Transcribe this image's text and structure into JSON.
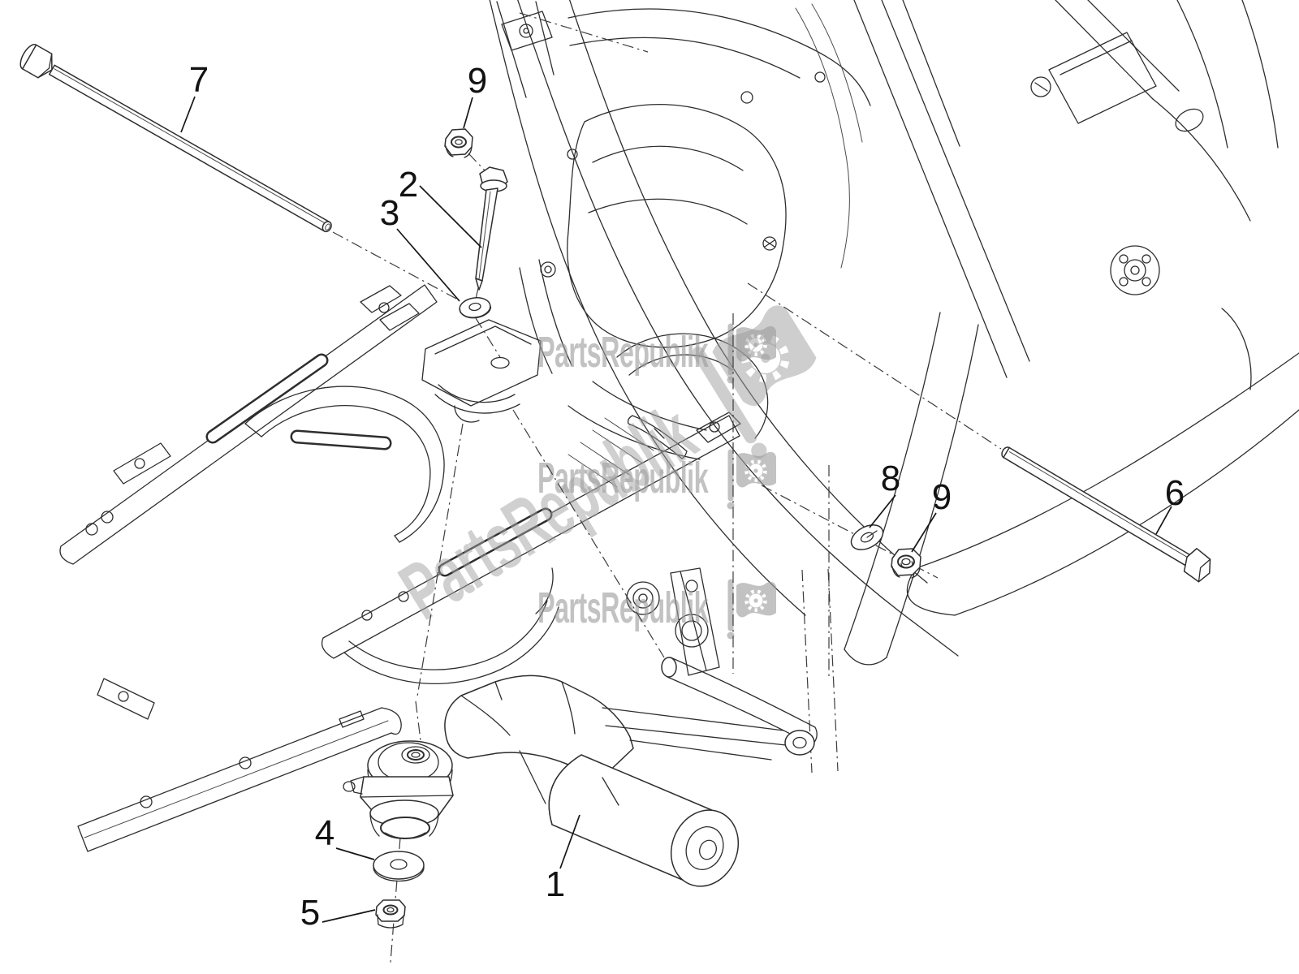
{
  "watermark": {
    "text": "PartsRepublik",
    "color": "#9e9e9e",
    "icon": "flag-gear-icon"
  },
  "colors": {
    "background": "#ffffff",
    "line_art": "#2e2e2e",
    "label": "#121212"
  },
  "part_labels": [
    "7",
    "9",
    "2",
    "3",
    "8",
    "9",
    "6",
    "4",
    "5",
    "1"
  ]
}
